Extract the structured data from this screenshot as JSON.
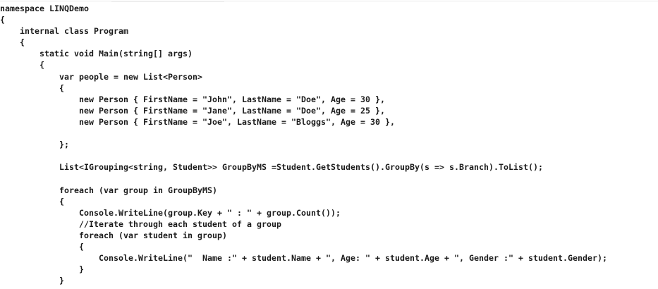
{
  "editor": {
    "language": "csharp",
    "background_color": "#ffffff",
    "text_color": "#1b1b1b",
    "namespace": "LINQDemo",
    "class_name": "Program",
    "method_name": "Main"
  },
  "code": {
    "lines": [
      "namespace LINQDemo",
      "{",
      "    internal class Program",
      "    {",
      "        static void Main(string[] args)",
      "        {",
      "            var people = new List<Person>",
      "            {",
      "                new Person { FirstName = \"John\", LastName = \"Doe\", Age = 30 },",
      "                new Person { FirstName = \"Jane\", LastName = \"Doe\", Age = 25 },",
      "                new Person { FirstName = \"Joe\", LastName = \"Bloggs\", Age = 30 },",
      "",
      "            };",
      "",
      "            List<IGrouping<string, Student>> GroupByMS =Student.GetStudents().GroupBy(s => s.Branch).ToList();",
      "",
      "            foreach (var group in GroupByMS)",
      "            {",
      "                Console.WriteLine(group.Key + \" : \" + group.Count());",
      "                //Iterate through each student of a group",
      "                foreach (var student in group)",
      "                {",
      "                    Console.WriteLine(\"  Name :\" + student.Name + \", Age: \" + student.Age + \", Gender :\" + student.Gender);",
      "                }",
      "            }"
    ]
  }
}
